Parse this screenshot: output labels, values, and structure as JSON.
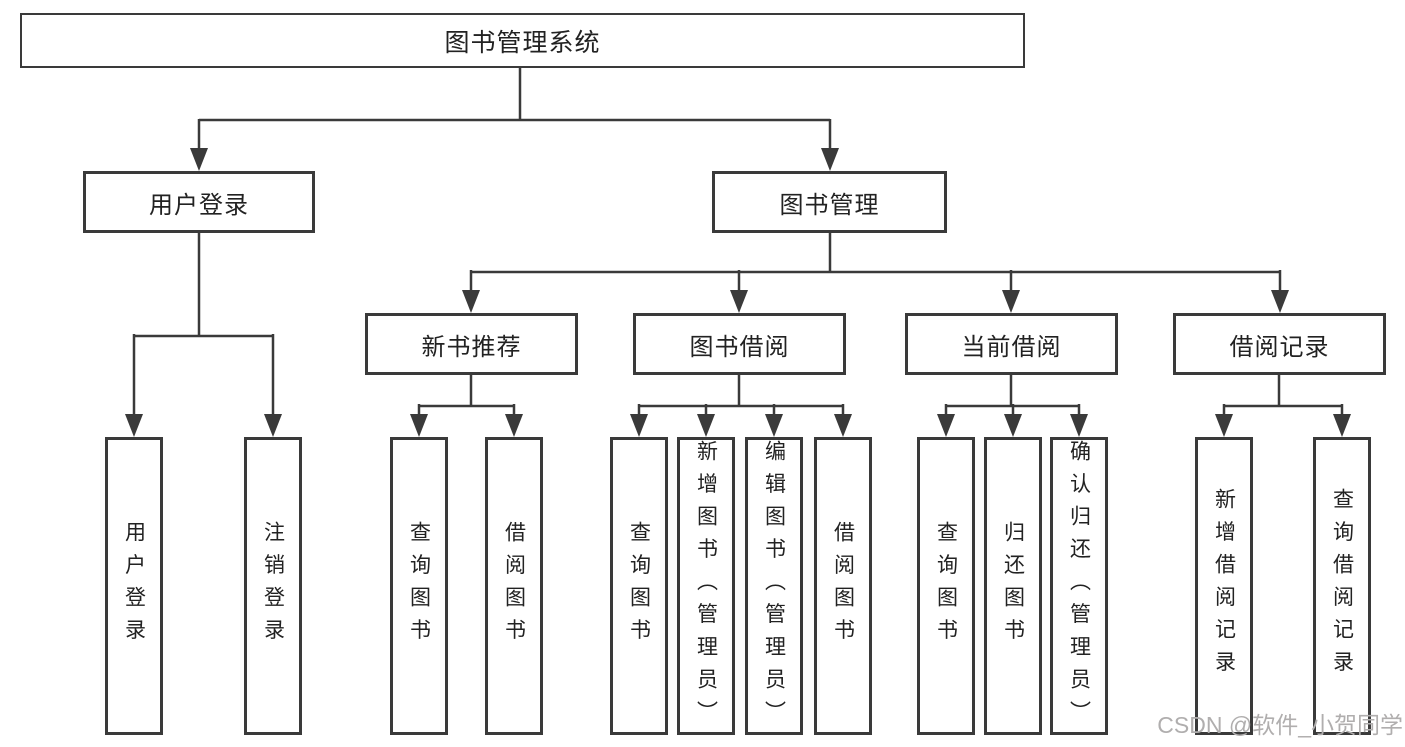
{
  "tree": {
    "label": "图书管理系统",
    "children": [
      {
        "label": "用户登录",
        "children": [
          {
            "label": "用户登录"
          },
          {
            "label": "注销登录"
          }
        ]
      },
      {
        "label": "图书管理",
        "children": [
          {
            "label": "新书推荐",
            "children": [
              {
                "label": "查询图书"
              },
              {
                "label": "借阅图书"
              }
            ]
          },
          {
            "label": "图书借阅",
            "children": [
              {
                "label": "查询图书"
              },
              {
                "label": "新增图书（管理员）"
              },
              {
                "label": "编辑图书（管理员）"
              },
              {
                "label": "借阅图书"
              }
            ]
          },
          {
            "label": "当前借阅",
            "children": [
              {
                "label": "查询图书"
              },
              {
                "label": "归还图书"
              },
              {
                "label": "确认归还（管理员）"
              }
            ]
          },
          {
            "label": "借阅记录",
            "children": [
              {
                "label": "新增借阅记录"
              },
              {
                "label": "查询借阅记录"
              }
            ]
          }
        ]
      }
    ]
  },
  "watermark": "CSDN @软件_小贺同学",
  "colors": {
    "line": "#3a3a3a",
    "box_border": "#3a3a3a",
    "text": "#222222",
    "background": "#ffffff",
    "watermark": "#b0aeae"
  }
}
